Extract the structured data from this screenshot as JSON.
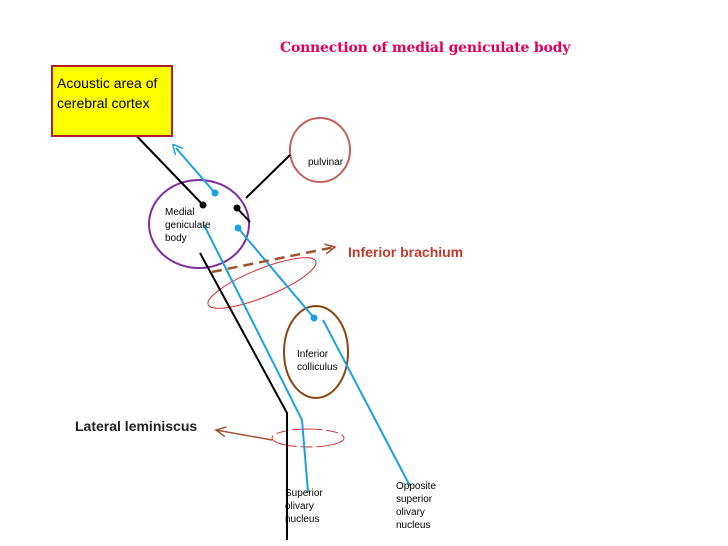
{
  "title": "Connection of medial geniculate body",
  "labels": {
    "acoustic_area": "Acoustic area of cerebral cortex",
    "pulvinar": "pulvinar",
    "medial_geniculate": "Medial\ngeniculate\nbody",
    "inferior_brachium": "Inferior brachium",
    "inferior_colliculus": "Inferior\ncolliculus",
    "lateral_leminiscus": "Lateral leminiscus",
    "superior_olivary": "Superior\nolivary\nnucleus",
    "opposite_superior_olivary": "Opposite\nsuperior\nolivary\nnucleus"
  },
  "colors": {
    "title": "#e0005a",
    "acoustic_box_fill": "#ffff00",
    "acoustic_box_border": "#b0202a",
    "pulvinar_circle": "#c0605a",
    "medial_geniculate_circle": "#7b2fa0",
    "inferior_colliculus_circle": "#8b4513",
    "blue_pathway": "#1ba1e2",
    "black_pathway": "#000000",
    "brachium_arrow": "#a0522d",
    "red_rings": "#d33030"
  }
}
